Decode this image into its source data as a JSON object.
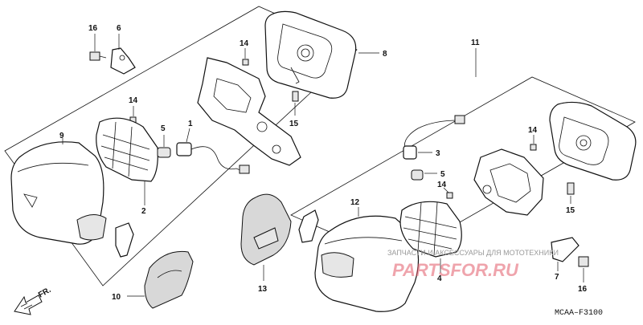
{
  "callouts": {
    "c16a": "16",
    "c6": "6",
    "c14a": "14",
    "c8": "8",
    "c14b": "14",
    "c15a": "15",
    "c9": "9",
    "c5a": "5",
    "c1": "1",
    "c2": "2",
    "c10": "10",
    "c13": "13",
    "c11": "11",
    "c14c": "14",
    "c3": "3",
    "c5b": "5",
    "c14d": "14",
    "c12": "12",
    "c15b": "15",
    "c4": "4",
    "c7": "7",
    "c16b": "16"
  },
  "front_label": "FR.",
  "diagram_code": "MCAA–F3100",
  "watermark": {
    "text": "ЗАПЧАСТИ И АКСЕССУАРЫ ДЛЯ МОТОТЕХНИКИ",
    "logo": "PARTSFOR.RU"
  }
}
